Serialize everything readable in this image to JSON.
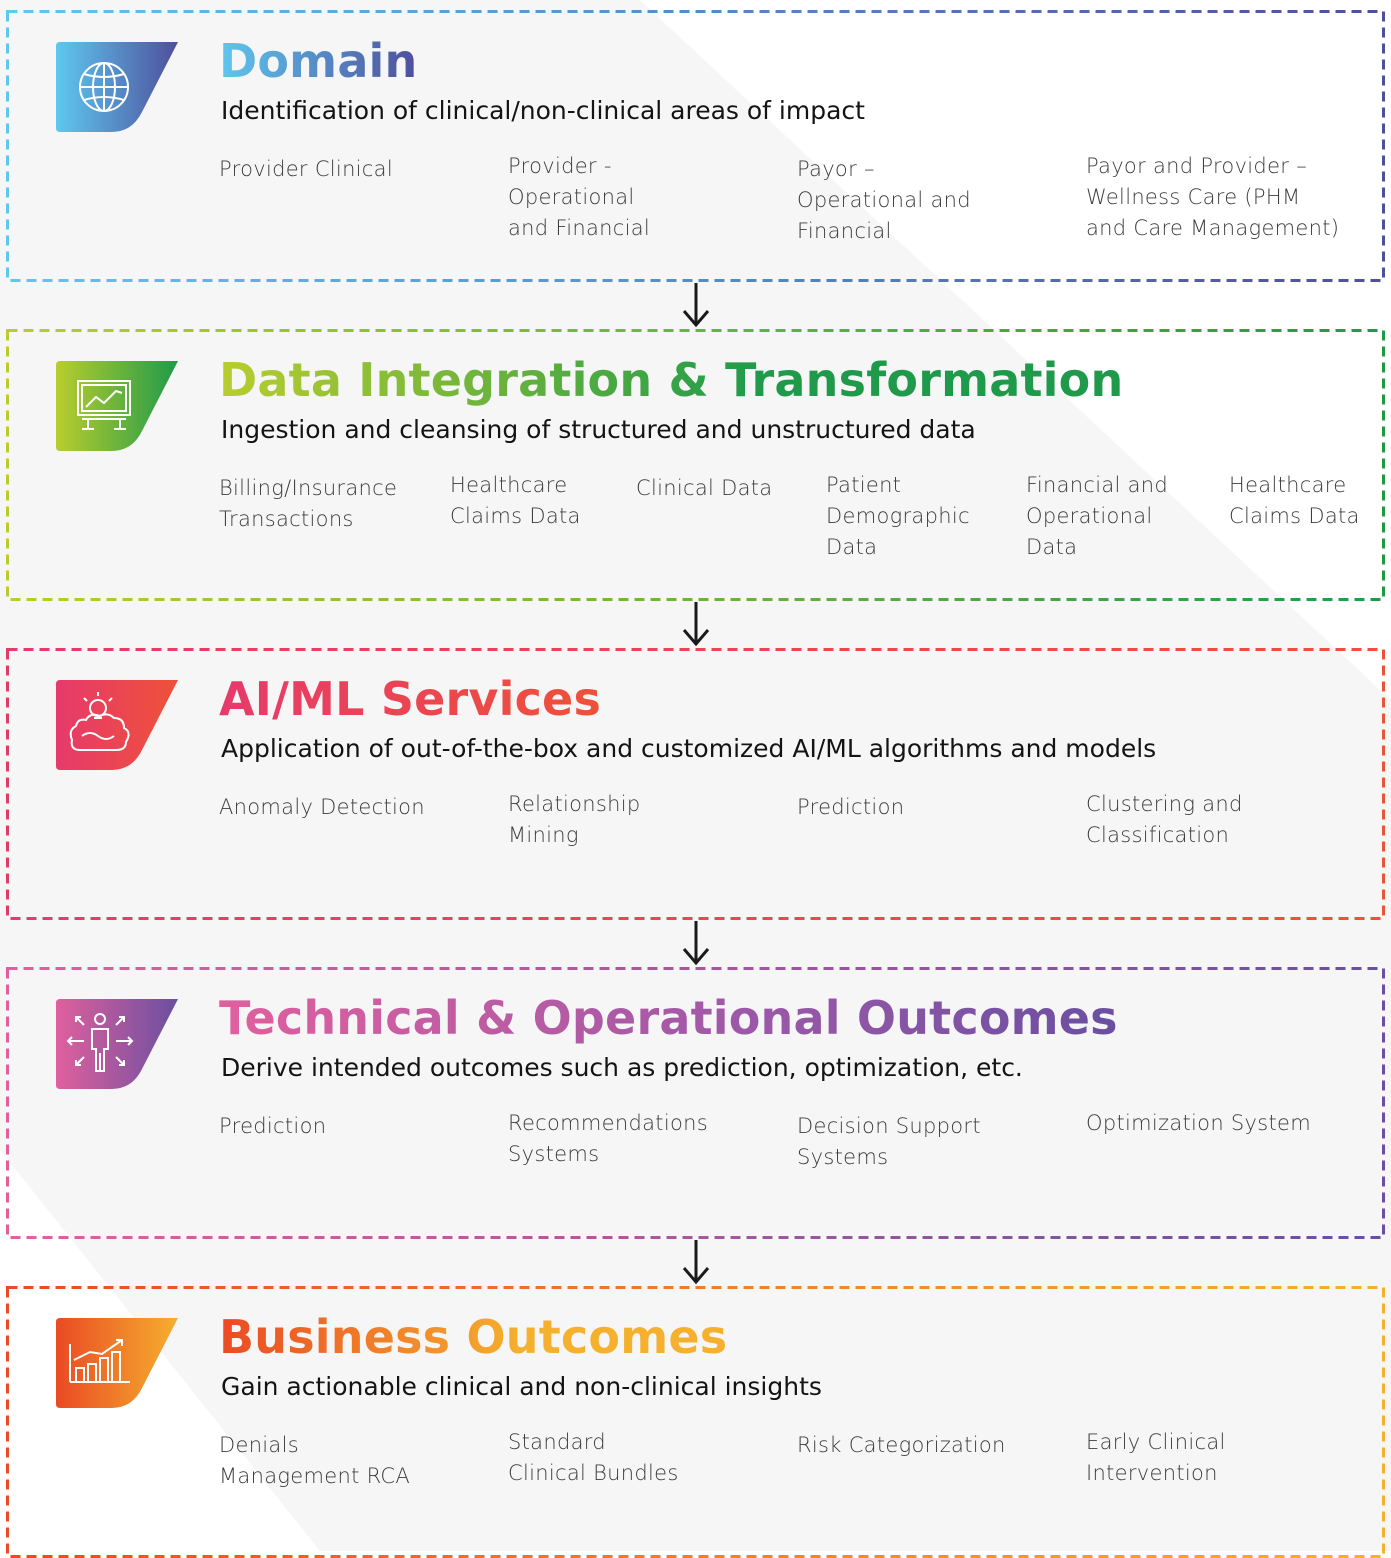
{
  "sections": [
    {
      "title": "Domain",
      "subtitle": "Identification of clinical/non-clinical areas of impact",
      "icon": "globe-icon",
      "colors": [
        "#5ec8ef",
        "#4f4f9c"
      ],
      "items": [
        "Provider Clinical",
        "Provider -\nOperational\nand Financial",
        "Payor –\nOperational and\nFinancial",
        "Payor and Provider –\nWellness Care (PHM\nand Care Management)"
      ]
    },
    {
      "title": "Data Integration & Transformation",
      "subtitle": "Ingestion and cleansing of structured and unstructured data",
      "icon": "chart-presentation-icon",
      "colors": [
        "#b9cd2e",
        "#1f9a4a"
      ],
      "items": [
        "Billing/Insurance\nTransactions",
        "Healthcare\nClaims Data",
        "Clinical Data",
        "Patient\nDemographic\nData",
        "Financial and\nOperational\nData",
        "Healthcare\nClaims Data"
      ]
    },
    {
      "title": "AI/ML Services",
      "subtitle": "Application of out-of-the-box and customized AI/ML algorithms and models",
      "icon": "brain-idea-icon",
      "colors": [
        "#e63a6c",
        "#ef5138"
      ],
      "items": [
        "Anomaly Detection",
        "Relationship\nMining",
        "Prediction",
        "Clustering and\nClassification"
      ]
    },
    {
      "title": "Technical & Operational Outcomes",
      "subtitle": "Derive intended outcomes such as prediction, optimization, etc.",
      "icon": "person-expand-icon",
      "colors": [
        "#e0609e",
        "#6a4fa0"
      ],
      "items": [
        "Prediction",
        "Recommendations\nSystems",
        "Decision Support\nSystems",
        "Optimization System"
      ]
    },
    {
      "title": "Business Outcomes",
      "subtitle": "Gain actionable clinical and non-clinical insights",
      "icon": "bar-growth-icon",
      "colors": [
        "#ea4a24",
        "#f5b02e"
      ],
      "items": [
        "Denials\nManagement RCA",
        "Standard\nClinical Bundles",
        "Risk Categorization",
        "Early Clinical\nIntervention"
      ]
    }
  ]
}
